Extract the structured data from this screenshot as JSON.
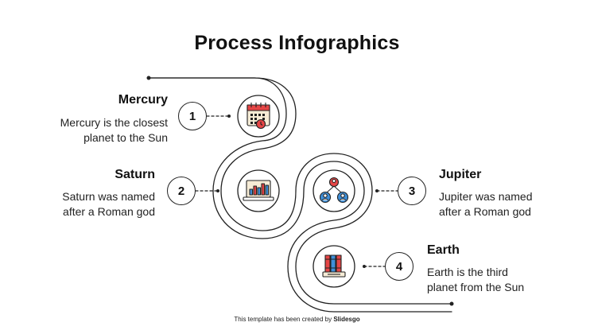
{
  "title": "Process Infographics",
  "steps": [
    {
      "number": "1",
      "title": "Mercury",
      "description_line1": "Mercury is the closest",
      "description_line2": "planet to the Sun",
      "icon": "calendar-clock-icon"
    },
    {
      "number": "2",
      "title": "Saturn",
      "description_line1": "Saturn was named",
      "description_line2": "after a Roman god",
      "icon": "chart-monitor-icon"
    },
    {
      "number": "3",
      "title": "Jupiter",
      "description_line1": "Jupiter was named",
      "description_line2": "after a Roman god",
      "icon": "team-network-icon"
    },
    {
      "number": "4",
      "title": "Earth",
      "description_line1": "Earth is the third",
      "description_line2": "planet from the Sun",
      "icon": "books-icon"
    }
  ],
  "credit": {
    "prefix": "This template has been created by ",
    "brand": "Slidesgo"
  },
  "colors": {
    "red": "#e64545",
    "blue": "#3f8fd8",
    "cream": "#f6ecd6",
    "outline": "#222222"
  }
}
